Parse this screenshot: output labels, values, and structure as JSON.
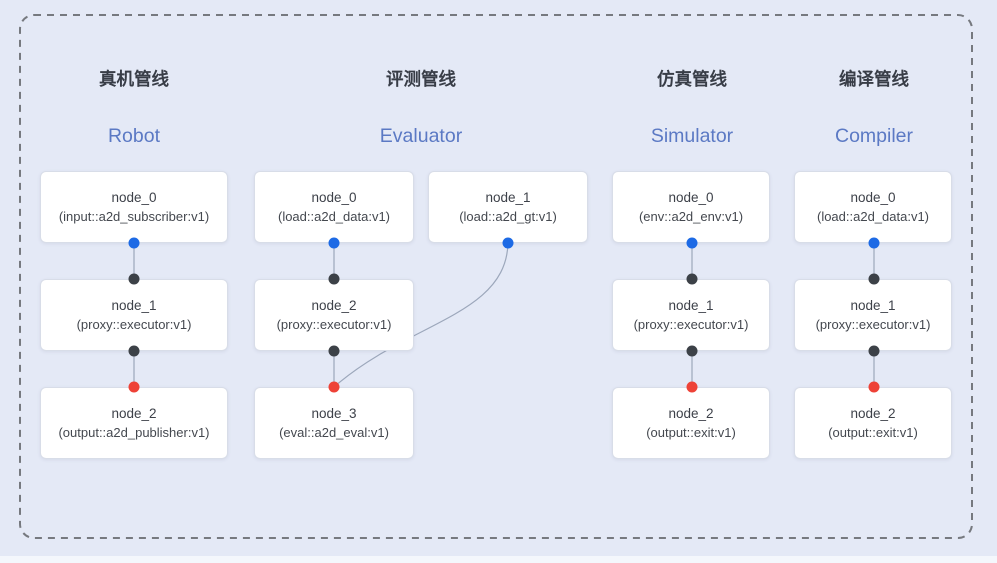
{
  "colors": {
    "background": "#e4e9f6",
    "node_fill": "#ffffff",
    "node_border": "#d8dde8",
    "edge_line": "#9ca7bb",
    "frame_dash": "#76797f",
    "title_zh_color": "#383d47",
    "title_en_color": "#5b79c4",
    "port_source_blue": "#1d6ae5",
    "port_input_black": "#3c4147",
    "port_sink_red": "#ee4237"
  },
  "pipelines": [
    {
      "id": "robot",
      "title_zh": "真机管线",
      "title_en": "Robot",
      "nodes": [
        {
          "name": "node_0",
          "type": "(input::a2d_subscriber:v1)"
        },
        {
          "name": "node_1",
          "type": "(proxy::executor:v1)"
        },
        {
          "name": "node_2",
          "type": "(output::a2d_publisher:v1)"
        }
      ],
      "edges": [
        {
          "from": "node_0",
          "to": "node_1"
        },
        {
          "from": "node_1",
          "to": "node_2"
        }
      ]
    },
    {
      "id": "evaluator",
      "title_zh": "评测管线",
      "title_en": "Evaluator",
      "nodes": [
        {
          "name": "node_0",
          "type": "(load::a2d_data:v1)"
        },
        {
          "name": "node_1",
          "type": "(load::a2d_gt:v1)"
        },
        {
          "name": "node_2",
          "type": "(proxy::executor:v1)"
        },
        {
          "name": "node_3",
          "type": "(eval::a2d_eval:v1)"
        }
      ],
      "edges": [
        {
          "from": "node_0",
          "to": "node_2"
        },
        {
          "from": "node_2",
          "to": "node_3"
        },
        {
          "from": "node_1",
          "to": "node_3"
        }
      ]
    },
    {
      "id": "simulator",
      "title_zh": "仿真管线",
      "title_en": "Simulator",
      "nodes": [
        {
          "name": "node_0",
          "type": "(env::a2d_env:v1)"
        },
        {
          "name": "node_1",
          "type": "(proxy::executor:v1)"
        },
        {
          "name": "node_2",
          "type": "(output::exit:v1)"
        }
      ],
      "edges": [
        {
          "from": "node_0",
          "to": "node_1"
        },
        {
          "from": "node_1",
          "to": "node_2"
        }
      ]
    },
    {
      "id": "compiler",
      "title_zh": "编译管线",
      "title_en": "Compiler",
      "nodes": [
        {
          "name": "node_0",
          "type": "(load::a2d_data:v1)"
        },
        {
          "name": "node_1",
          "type": "(proxy::executor:v1)"
        },
        {
          "name": "node_2",
          "type": "(output::exit:v1)"
        }
      ],
      "edges": [
        {
          "from": "node_0",
          "to": "node_1"
        },
        {
          "from": "node_1",
          "to": "node_2"
        }
      ]
    }
  ]
}
